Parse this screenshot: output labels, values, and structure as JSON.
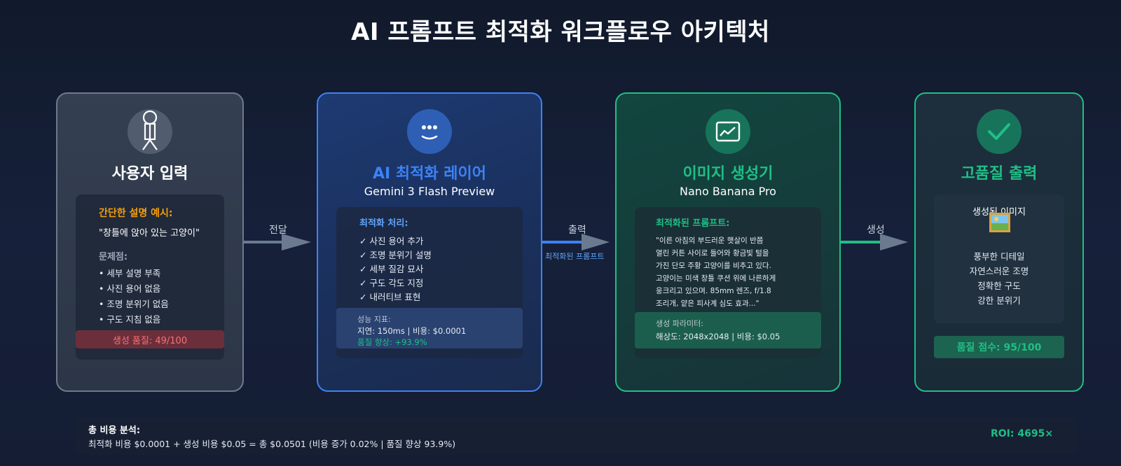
{
  "title": "AI 프롬프트 최적화 워크플로우 아키텍처",
  "colors": {
    "accent_blue": "#3b82f6",
    "accent_green": "#1fbf86",
    "accent_orange": "#f59e0b",
    "accent_red": "#ef4444"
  },
  "input": {
    "icon": "stick-figure-user-icon",
    "title": "사용자 입력",
    "example_heading": "간단한 설명 예시:",
    "example_text": "\"창틀에 앉아 있는 고양이\"",
    "problems_heading": "문제점:",
    "problems": [
      "• 세부 설명 부족",
      "• 사진 용어 없음",
      "• 조명 분위기 없음",
      "• 구도 지침 없음"
    ],
    "quality": "생성 품질: 49/100"
  },
  "arrow1": {
    "label": "전달"
  },
  "ai": {
    "icon": "smile-bubble-icon",
    "title": "AI 최적화 레이어",
    "subtitle": "Gemini 3 Flash Preview",
    "process_heading": "최적화 처리:",
    "process_items": [
      "✓ 사진 용어 추가",
      "✓ 조명 분위기 설명",
      "✓ 세부 질감 묘사",
      "✓ 구도 각도 지정",
      "✓ 내러티브 표현"
    ],
    "metrics_heading": "성능 지표:",
    "metrics_line": "지연: 150ms | 비용: $0.0001",
    "metrics_gain": "품질 향상: +93.9%"
  },
  "arrow2": {
    "label": "출력",
    "sublabel": "최적화된 프롬프트"
  },
  "gen": {
    "icon": "image-chart-icon",
    "title": "이미지 생성기",
    "subtitle": "Nano Banana Pro",
    "prompt_heading": "최적화된 프롬프트:",
    "prompt_lines": [
      "\"이른 아침의 부드러운 햇살이 반쯤",
      "열린 커튼 사이로 들어와 황금빛 털을",
      "가진 단모 주황 고양이를 비추고 있다.",
      "고양이는 미색 창틀 쿠션 위에 나른하게",
      "웅크리고 있으며. 85mm 렌즈, f/1.8",
      "조리개, 얕은 피사계 심도 효과...\""
    ],
    "params_heading": "생성 파라미터:",
    "params_line": "해상도: 2048x2048 | 비용: $0.05"
  },
  "arrow3": {
    "label": "생성"
  },
  "out": {
    "icon": "checkmark-icon",
    "title": "고품질 출력",
    "image_label": "생성된 이미지",
    "image_icon": "framed-picture-icon",
    "features": [
      "풍부한 디테일",
      "자연스러운 조명",
      "정확한 구도",
      "강한 분위기"
    ],
    "score": "품질 점수: 95/100"
  },
  "footer": {
    "heading": "총 비용 분석:",
    "line": "최적화 비용 $0.0001 + 생성 비용 $0.05 = 총 $0.0501 (비용 증가 0.02% | 품질 향상 93.9%)",
    "roi": "ROI: 4695×"
  }
}
